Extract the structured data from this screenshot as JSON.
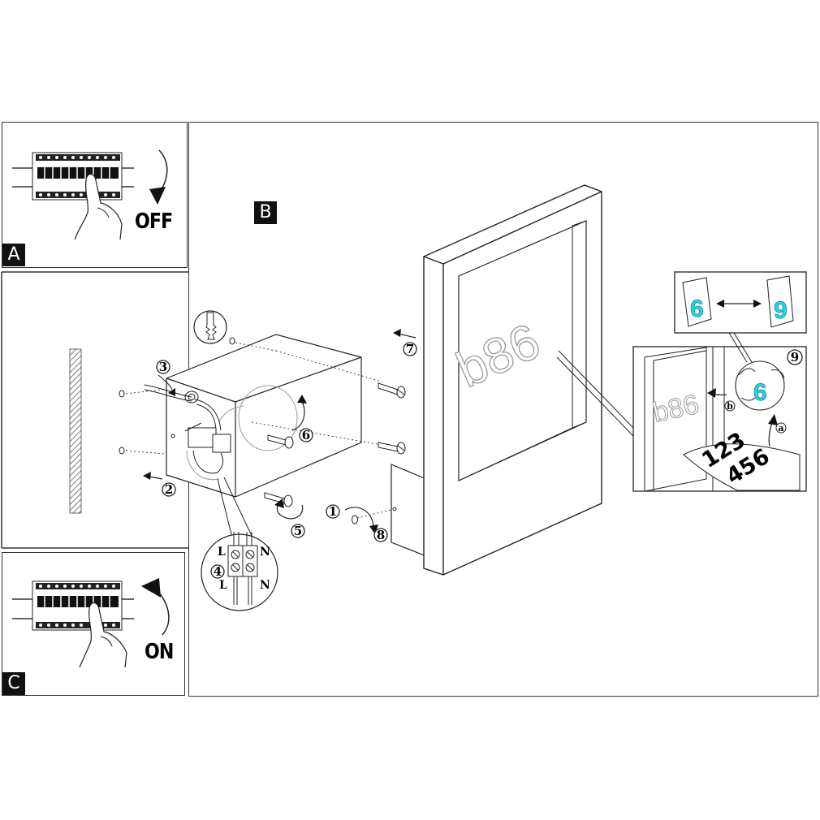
{
  "panels": {
    "a": {
      "tag": "A",
      "state": "OFF"
    },
    "b": {
      "tag": "B"
    },
    "c": {
      "tag": "C",
      "state": "ON"
    }
  },
  "steps": [
    "①",
    "②",
    "③",
    "④",
    "⑤",
    "⑥",
    "⑦",
    "⑧",
    "⑨"
  ],
  "terminal": {
    "l_top": "L",
    "n_top": "N",
    "l_bottom": "L",
    "n_bottom": "N"
  },
  "house_number_plate": "b86",
  "swap_detail": {
    "from": "6",
    "to": "9"
  },
  "detail_plate": "b86",
  "sticker_digit": "6",
  "sticker_sheet": {
    "row1": "123",
    "row2": "456"
  },
  "sub_steps": {
    "a": "a",
    "b": "b"
  },
  "colors": {
    "line": "#333333",
    "sticker": "#2ad4e6",
    "tag_bg": "#111111"
  }
}
